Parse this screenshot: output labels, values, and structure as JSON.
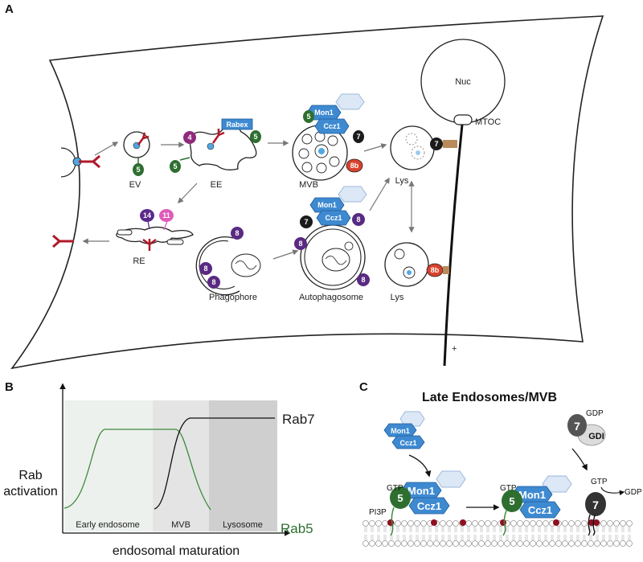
{
  "panels": {
    "a": "A",
    "b": "B",
    "c": "C"
  },
  "colors": {
    "rab5": "#2e6f30",
    "rab4": "#8f2a7b",
    "rab7": "#1b1b1b",
    "rab8": "#5a2a82",
    "rab8b": "#d9412c",
    "rab14": "#5b2a8c",
    "rab11": "#e05bb8",
    "mon1_ccz1": "#3e8ad1",
    "rabex": "#3e8ad1",
    "receptor": "#b0182a",
    "cargo": "#52a7e0"
  },
  "panel_a": {
    "organelles": {
      "ev": "EV",
      "ee": "EE",
      "mvb": "MVB",
      "lys_top": "Lys",
      "lys_bottom": "Lys",
      "re": "RE",
      "phagophore": "Phagophore",
      "autophagosome": "Autophagosome",
      "nuc": "Nuc",
      "mtoc": "MTOC"
    },
    "rab_numbers": {
      "five": "5",
      "four": "4",
      "seven": "7",
      "eight": "8",
      "eight_b": "8b",
      "fourteen": "14",
      "eleven": "11"
    },
    "gef": {
      "mon1": "Mon1",
      "ccz1": "Ccz1",
      "rabex": "Rabex"
    },
    "plus_end": "+"
  },
  "panel_b": {
    "ylabel_line1": "Rab",
    "ylabel_line2": "activation",
    "xlabel": "endosomal maturation",
    "series": [
      {
        "name": "Rab7",
        "color": "#1b1b1b"
      },
      {
        "name": "Rab5",
        "color": "#2e6f30"
      }
    ],
    "stages": [
      "Early endosome",
      "MVB",
      "Lysosome"
    ]
  },
  "panel_c": {
    "title": "Late Endosomes/MVB",
    "mon1": "Mon1",
    "ccz1": "Ccz1",
    "gtp": "GTP",
    "gdp": "GDP",
    "gdi": "GDI",
    "pi3p": "PI3P",
    "rab5": "5",
    "rab7": "7"
  }
}
